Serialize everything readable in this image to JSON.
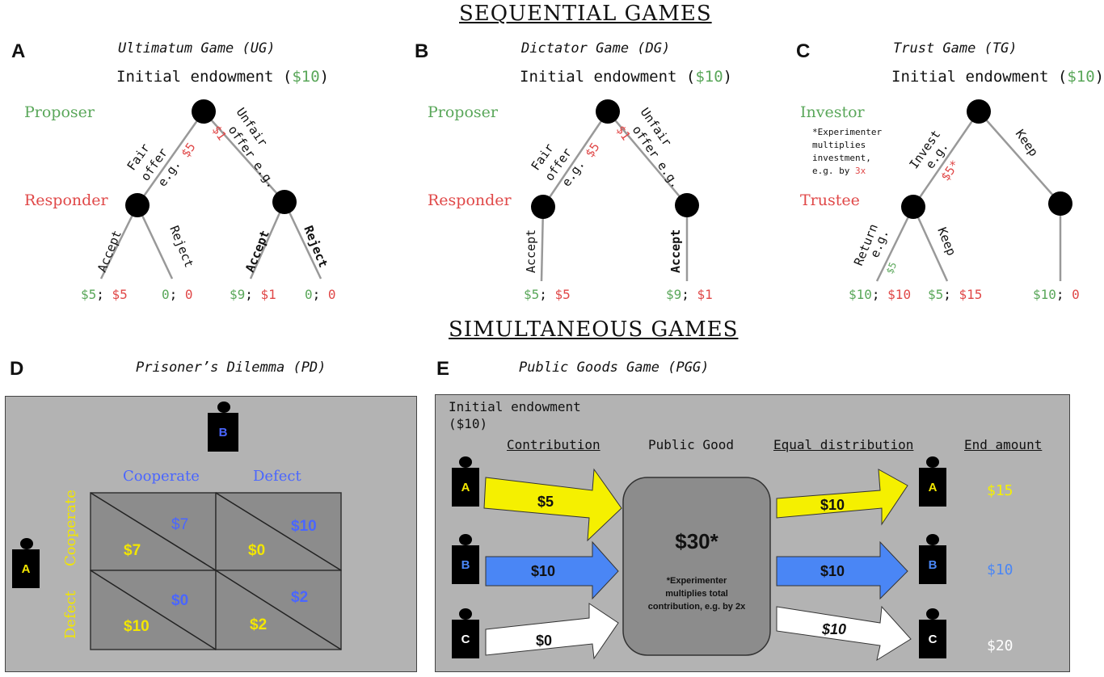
{
  "sections": {
    "sequential": "SEQUENTIAL GAMES",
    "simultaneous": "SIMULTANEOUS GAMES"
  },
  "panel_a": {
    "letter": "A",
    "title": "Ultimatum Game (UG)",
    "endowment_prefix": "Initial endowment (",
    "endowment_amount": "$10",
    "endowment_suffix": ")",
    "proposer": "Proposer",
    "responder": "Responder",
    "fair_offer_line1": "Fair",
    "fair_offer_line2": "offer",
    "fair_offer_line3": "e.g.",
    "fair_amount": "$5",
    "unfair_line1": "Unfair",
    "unfair_line2": "offer e.g.",
    "unfair_amount": "$1",
    "accept": "Accept",
    "reject": "Reject",
    "accept_bold": "Accept",
    "reject_bold": "Reject",
    "payoffs": [
      {
        "left": "$5",
        "right": "$5"
      },
      {
        "left": "0",
        "right": "0"
      },
      {
        "left": "$9",
        "right": "$1"
      },
      {
        "left": "0",
        "right": "0"
      }
    ]
  },
  "panel_b": {
    "letter": "B",
    "title": "Dictator Game (DG)",
    "endowment_prefix": "Initial endowment (",
    "endowment_amount": "$10",
    "endowment_suffix": ")",
    "proposer": "Proposer",
    "responder": "Responder",
    "fair_offer_line1": "Fair",
    "fair_offer_line2": "offer",
    "fair_offer_line3": "e.g.",
    "fair_amount": "$5",
    "unfair_line1": "Unfair",
    "unfair_line2": "offer e.g.",
    "unfair_amount": "$1",
    "accept": "Accept",
    "accept_bold": "Accept",
    "payoffs": [
      {
        "left": "$5",
        "right": "$5"
      },
      {
        "left": "$9",
        "right": "$1"
      }
    ]
  },
  "panel_c": {
    "letter": "C",
    "title": "Trust Game (TG)",
    "endowment_prefix": "Initial endowment (",
    "endowment_amount": "$10",
    "endowment_suffix": ")",
    "investor": "Investor",
    "trustee": "Trustee",
    "note_line1": "*Experimenter",
    "note_line2": "multiplies",
    "note_line3": "investment,",
    "note_line4_prefix": "e.g. by ",
    "note_line4_amount": "3x",
    "invest_line1": "Invest",
    "invest_line2": "e.g.",
    "invest_amount": "$5*",
    "keep": "Keep",
    "return_line1": "Return",
    "return_line2": "e.g.",
    "return_amount": "$5",
    "payoffs": [
      {
        "left": "$10",
        "right": "$10"
      },
      {
        "left": "$5",
        "right": "$15"
      },
      {
        "left": "$10",
        "right": "0"
      }
    ]
  },
  "panel_d": {
    "letter": "D",
    "title": "Prisoner’s Dilemma (PD)",
    "player_a": "A",
    "player_b": "B",
    "col_cooperate": "Cooperate",
    "col_defect": "Defect",
    "row_cooperate": "Cooperate",
    "row_defect": "Defect",
    "cells": [
      {
        "a": "$7",
        "b": "$7"
      },
      {
        "a": "$0",
        "b": "$10"
      },
      {
        "a": "$10",
        "b": "$0"
      },
      {
        "a": "$2",
        "b": "$2"
      }
    ]
  },
  "panel_e": {
    "letter": "E",
    "title": "Public Goods Game (PGG)",
    "endowment_line1": "Initial endowment",
    "endowment_line2": "($10)",
    "header_contribution": "Contribution",
    "header_public_good": "Public Good",
    "header_distribution": "Equal distribution",
    "header_end": "End amount",
    "pool_amount": "$30*",
    "pool_note_line1": "*Experimenter",
    "pool_note_line2": "multiplies total",
    "pool_note_line3": "contribution, e.g. by 2x",
    "rows": [
      {
        "player": "A",
        "contribution": "$5",
        "distribution": "$10",
        "end": "$15"
      },
      {
        "player": "B",
        "contribution": "$10",
        "distribution": "$10",
        "end": "$10"
      },
      {
        "player": "C",
        "contribution": "$0",
        "distribution": "$10",
        "end": "$20"
      }
    ],
    "colors": {
      "A": "#f5f000",
      "B": "#4a86f5",
      "C": "#ffffff"
    }
  }
}
